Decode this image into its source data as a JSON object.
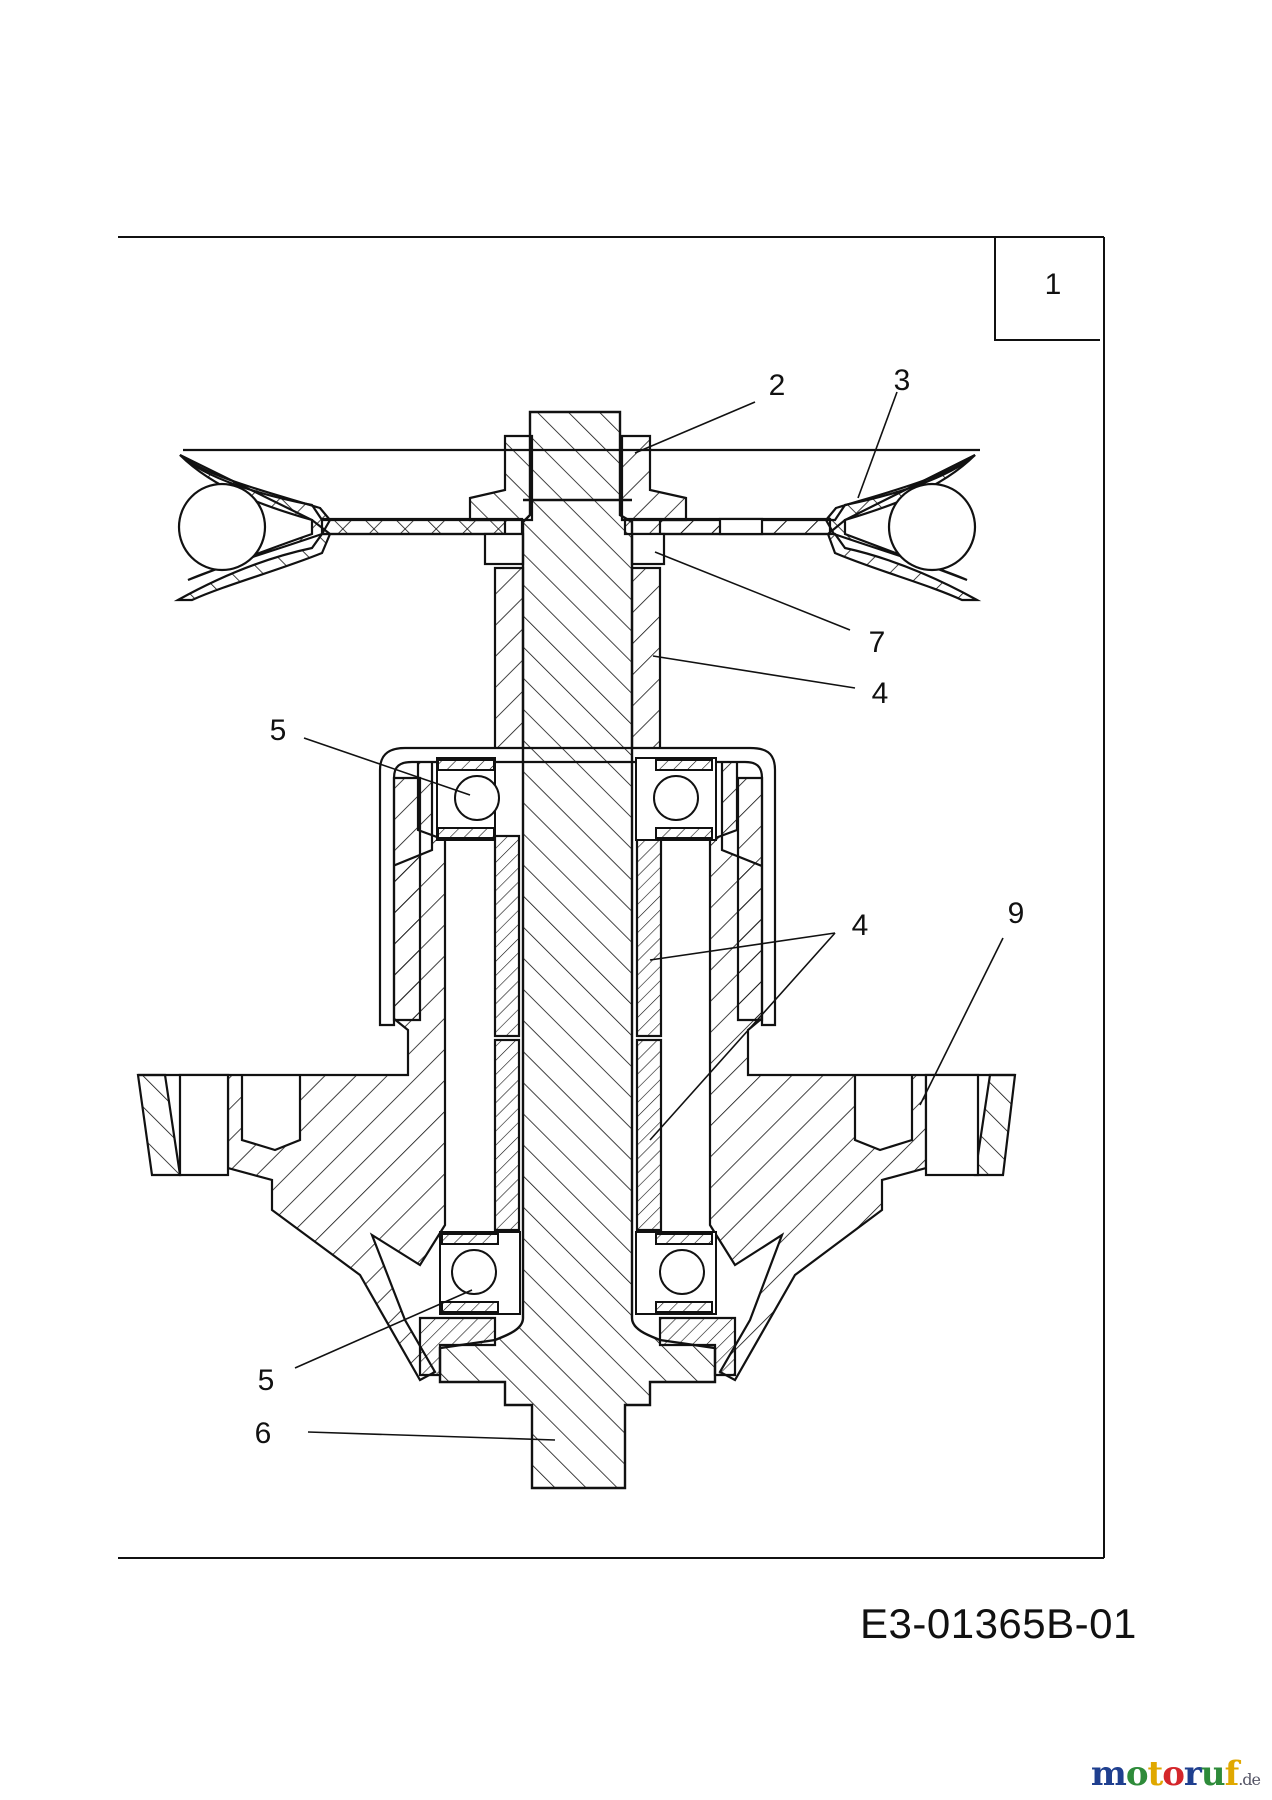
{
  "diagram": {
    "group_number": "1",
    "drawing_code": "E3-01365B-01",
    "callouts": [
      {
        "id": "c2",
        "label": "2"
      },
      {
        "id": "c3",
        "label": "3"
      },
      {
        "id": "c7",
        "label": "7"
      },
      {
        "id": "c4a",
        "label": "4"
      },
      {
        "id": "c5a",
        "label": "5"
      },
      {
        "id": "c4b",
        "label": "4"
      },
      {
        "id": "c9",
        "label": "9"
      },
      {
        "id": "c5b",
        "label": "5"
      },
      {
        "id": "c6",
        "label": "6"
      }
    ]
  },
  "watermark": {
    "text": "motoruf",
    "tld": ".de",
    "colors": [
      "#1f3f8f",
      "#2e8b3a",
      "#e0a800",
      "#d4262b"
    ]
  },
  "colors": {
    "line": "#111111",
    "background": "#ffffff"
  }
}
